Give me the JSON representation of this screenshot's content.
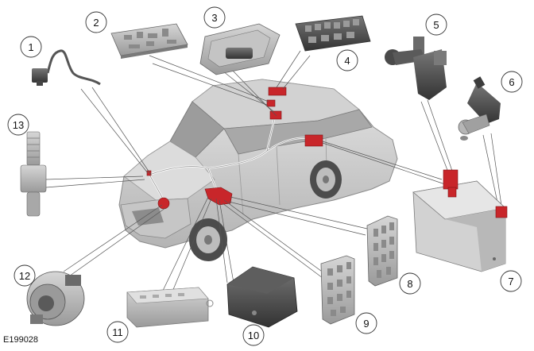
{
  "reference_code": "E199028",
  "highlight_color": "#c8262a",
  "callouts": [
    {
      "number": "1",
      "component": "small-sensor-with-lead"
    },
    {
      "number": "2",
      "component": "circuit-board-module"
    },
    {
      "number": "3",
      "component": "module-with-connector"
    },
    {
      "number": "4",
      "component": "fuse-relay-box"
    },
    {
      "number": "5",
      "component": "positive-battery-cable-terminal"
    },
    {
      "number": "6",
      "component": "negative-battery-terminal-sensor"
    },
    {
      "number": "7",
      "component": "battery"
    },
    {
      "number": "8",
      "component": "fuse-box-module"
    },
    {
      "number": "9",
      "component": "fuse-box-module"
    },
    {
      "number": "10",
      "component": "control-module-box"
    },
    {
      "number": "11",
      "component": "control-module-flat"
    },
    {
      "number": "12",
      "component": "alternator"
    },
    {
      "number": "13",
      "component": "sensor-stud"
    }
  ]
}
